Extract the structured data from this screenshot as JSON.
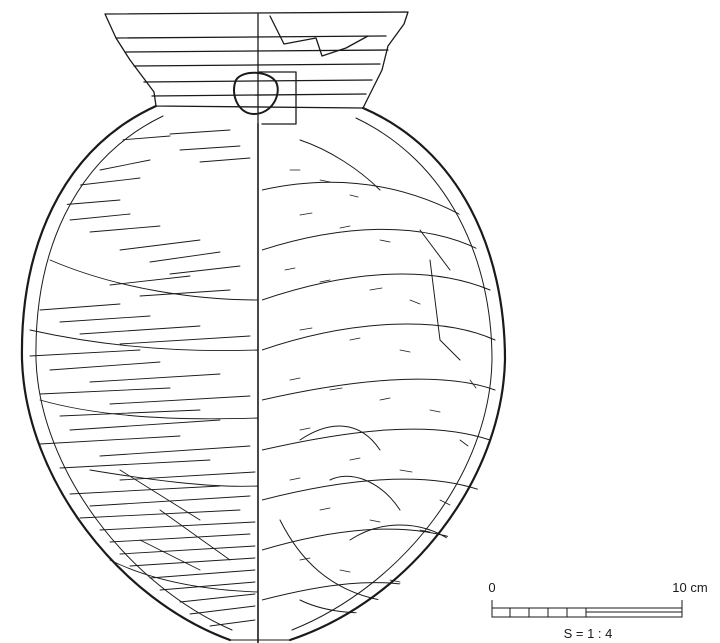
{
  "figure": {
    "subject": "pottery-jar-drawing",
    "ink_color": "#1a1a1a",
    "paper_color": "#ffffff"
  },
  "scale_bar": {
    "start_label": "0",
    "end_label": "10 cm",
    "ratio_label": "S = 1 : 4"
  }
}
